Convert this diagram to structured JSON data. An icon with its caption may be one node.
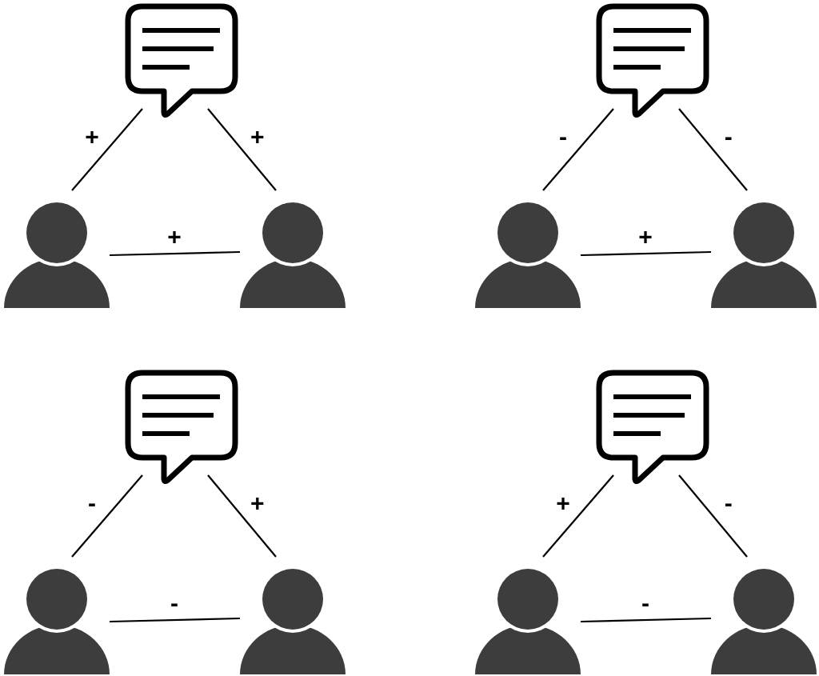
{
  "diagram": {
    "nodes": [
      {
        "text": [],
        "shape": "bubble"
      },
      {
        "text": [],
        "shape": "person"
      },
      {
        "text": [],
        "shape": "person"
      },
      {
        "text": [],
        "shape": "bubble"
      },
      {
        "text": [],
        "shape": "person"
      },
      {
        "text": [],
        "shape": "person"
      },
      {
        "text": [],
        "shape": "bubble"
      },
      {
        "text": [],
        "shape": "person"
      },
      {
        "text": [],
        "shape": "person"
      },
      {
        "text": [],
        "shape": "bubble"
      },
      {
        "text": [],
        "shape": "person"
      },
      {
        "text": [],
        "shape": "person"
      }
    ],
    "edges": [
      {
        "from": 0,
        "to": 1,
        "arrow": "none",
        "label": "+"
      },
      {
        "from": 0,
        "to": 2,
        "arrow": "none",
        "label": "+"
      },
      {
        "from": 1,
        "to": 2,
        "arrow": "none",
        "label": "+"
      },
      {
        "from": 3,
        "to": 4,
        "arrow": "none",
        "label": "-"
      },
      {
        "from": 3,
        "to": 5,
        "arrow": "none",
        "label": "-"
      },
      {
        "from": 4,
        "to": 5,
        "arrow": "none",
        "label": "+"
      },
      {
        "from": 6,
        "to": 7,
        "arrow": "none",
        "label": "-"
      },
      {
        "from": 6,
        "to": 8,
        "arrow": "none",
        "label": "+"
      },
      {
        "from": 7,
        "to": 8,
        "arrow": "none",
        "label": "-"
      },
      {
        "from": 9,
        "to": 10,
        "arrow": "none",
        "label": "+"
      },
      {
        "from": 9,
        "to": 11,
        "arrow": "none",
        "label": "-"
      },
      {
        "from": 10,
        "to": 11,
        "arrow": "none",
        "label": "-"
      }
    ]
  }
}
